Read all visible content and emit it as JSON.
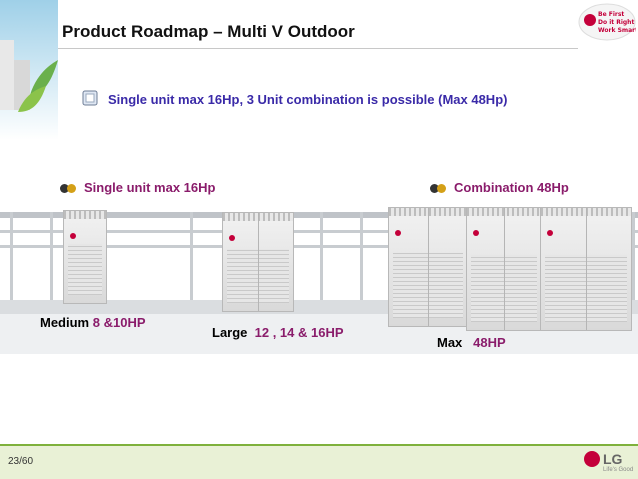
{
  "slide": {
    "title": "Product Roadmap – Multi V Outdoor",
    "subtitle": "Single unit max 16Hp, 3 Unit combination is possible (Max 48Hp)",
    "section_left": "Single unit max 16Hp",
    "section_right": "Combination 48Hp",
    "medium": {
      "name": "Medium",
      "hp": "8 &10HP"
    },
    "large": {
      "name": "Large",
      "hp": "12 , 14 & 16HP"
    },
    "max": {
      "name": "Max",
      "hp": "48HP"
    },
    "page_number": "23/60",
    "brand": {
      "logo_text": "LG",
      "tagline": "Life's Good"
    },
    "badge_text": "Be First Do it Right Work Smart!"
  },
  "colors": {
    "accent": "#8a1c6b",
    "subtitle": "#3a2aa8",
    "footer_bar": "#e9f1d6",
    "footer_rule": "#7fb13c",
    "lg_red": "#c4003a"
  },
  "icons": [
    "leaf-graphic",
    "checkbox-icon",
    "bullet-dots-icon",
    "badge-logo",
    "lg-logo"
  ]
}
